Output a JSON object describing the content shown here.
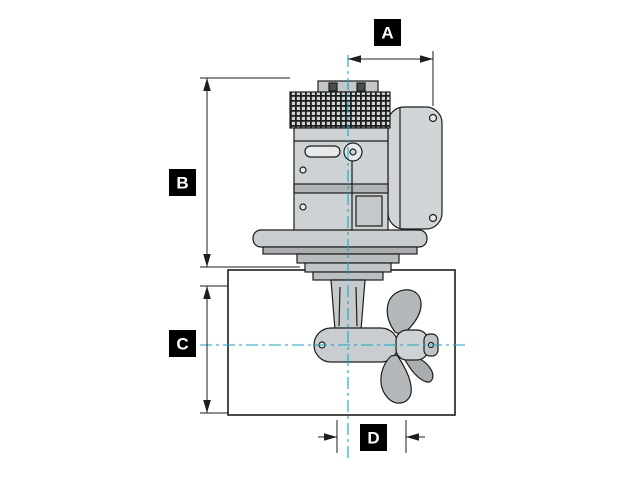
{
  "diagram": {
    "labels": {
      "a": "A",
      "b": "B",
      "c": "C",
      "d": "D"
    },
    "colors": {
      "background": "#ffffff",
      "outline": "#1d1d1b",
      "centerline": "#00b1c8",
      "label_bg": "#000000",
      "label_text": "#ffffff",
      "body_light": "#ced2d4",
      "body_mid": "#c0c4c6",
      "body_dark": "#aaaeb1"
    }
  }
}
